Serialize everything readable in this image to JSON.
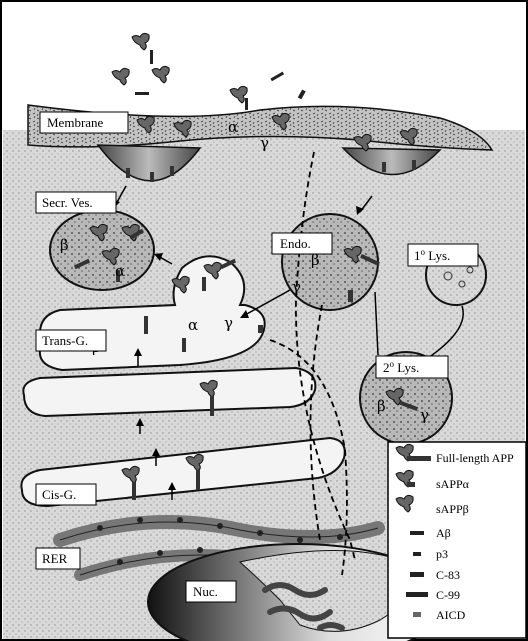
{
  "labels": {
    "membrane": "Membrane",
    "secr_ves": "Secr. Ves.",
    "endo": "Endo.",
    "lys1": "1",
    "lys2": "2",
    "lys_suffix": " Lys.",
    "deg": "o",
    "trans_g": "Trans-G.",
    "cis_g": "Cis-G.",
    "rer": "RER",
    "nuc": "Nuc."
  },
  "greek": {
    "alpha": "α",
    "beta": "β",
    "gamma": "γ"
  },
  "legend": {
    "items": [
      {
        "label": "Full-length APP",
        "icon": "full-length-app-icon"
      },
      {
        "label": "sAPPα",
        "icon": "sapp-alpha-icon"
      },
      {
        "label": "sAPPβ",
        "icon": "sapp-beta-icon"
      },
      {
        "label": "Aβ",
        "icon": "abeta-icon"
      },
      {
        "label": "p3",
        "icon": "p3-icon"
      },
      {
        "label": "C-83",
        "icon": "c83-icon"
      },
      {
        "label": "C-99",
        "icon": "c99-icon"
      },
      {
        "label": "AICD",
        "icon": "aicd-icon"
      }
    ]
  },
  "colors": {
    "cytoplasm": "#d6d6d6",
    "membrane": "#bdbdbd",
    "organelle": "#f2f2f2",
    "dark": "#222222"
  }
}
